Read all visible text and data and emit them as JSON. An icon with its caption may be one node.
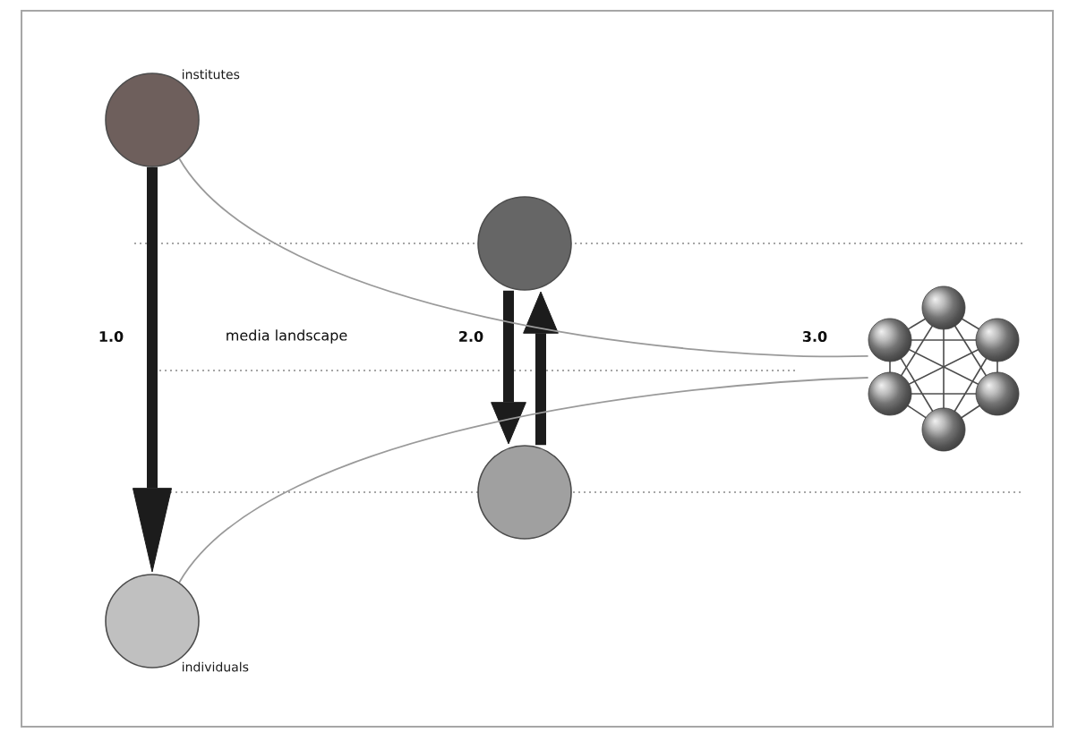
{
  "diagram": {
    "nodes": [
      {
        "text": [
          "institutes"
        ]
      },
      {
        "text": [
          "individuals"
        ]
      },
      {
        "text": [],
        "shape": "circle"
      },
      {
        "text": [],
        "shape": "circle"
      },
      {
        "text": [],
        "shape": "picture"
      }
    ],
    "edges": [
      {
        "from": 0,
        "to": 1,
        "arrow": "to"
      },
      {
        "from": 2,
        "to": 3,
        "arrow": "to"
      },
      {
        "from": 3,
        "to": 2,
        "arrow": "to"
      },
      {
        "from": 0,
        "to": 4,
        "arrow": "none",
        "color": "#9a9a9a"
      },
      {
        "from": 1,
        "to": 4,
        "arrow": "none",
        "color": "#9a9a9a"
      }
    ],
    "labels": [
      "1.0",
      "media landscape",
      "2.0",
      "3.0"
    ]
  }
}
